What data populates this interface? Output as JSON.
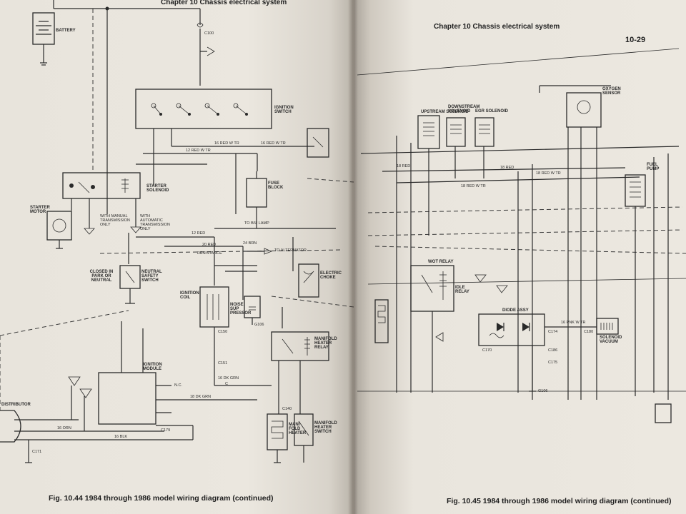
{
  "left_page": {
    "header": "Chapter 10   Chassis electrical system",
    "caption": "Fig. 10.44  1984 through 1986 model wiring diagram (continued)",
    "components": {
      "battery": "BATTERY",
      "starter_motor": "STARTER MOTOR",
      "starter_solenoid": "STARTER SOLENOID",
      "ignition_switch": "IGNITION SWITCH",
      "neutral_safety_switch": "NEUTRAL SAFETY SWITCH",
      "closed_note": "CLOSED IN PARK OR NEUTRAL",
      "manual_trans": "WITH MANUAL TRANSMISSION ONLY",
      "auto_trans": "WITH AUTOMATIC TRANSMISSION ONLY",
      "ignition_coil": "IGNITION COIL",
      "noise_suppressor": "NOISE SUP PRESSOR",
      "ignition_module": "IGNITION MODULE",
      "distributor": "DISTRIBUTOR",
      "fuse_block": "FUSE BLOCK",
      "electric_choke": "ELECTRIC CHOKE",
      "manifold_heater_relay": "MANIFOLD HEATER RELAY",
      "manifold_heater": "MANI FOLD HEATER",
      "manifold_heater_switch": "MANIFOLD HEATER SWITCH"
    },
    "wires": {
      "w1": "12 RED",
      "w2": "16 RED W TR",
      "w3": "16 RED W TR",
      "w4": "12 RED W TR",
      "w5": "20 RED",
      "w6": "24 BRN",
      "w7": "16 DK GRN",
      "w8": "18 DK GRN",
      "w9": "16 ORN",
      "w10": "16 BLK",
      "w11": "RESISTANCE",
      "w12": "TO B/U LAMP",
      "w13": "TO ALTERNATOR"
    },
    "connectors": {
      "c1": "C151",
      "c2": "C150",
      "c3": "C140",
      "c4": "C179",
      "c5": "C171",
      "c6": "C100",
      "c7": "G106",
      "c8": "N.C.",
      "c9": "C"
    }
  },
  "right_page": {
    "header": "Chapter 10   Chassis electrical system",
    "page_number": "10-29",
    "caption": "Fig. 10.45  1984 through 1986 model wiring diagram (continued)",
    "components": {
      "idle_relay": "IDLE RELAY",
      "diode_assy": "DIODE ASSY",
      "solenoid_vacuum": "SOLENOID VACUUM",
      "wot_relay": "WOT RELAY",
      "upshift_solenoid": "UPSTREAM SOLENOID",
      "downstream_solenoid": "DOWNSTREAM SOLENOID",
      "egr_solenoid": "EGR SOLENOID",
      "oxygen_sensor": "OXYGEN SENSOR",
      "fuel_pump": "FUEL PUMP"
    },
    "wires": {
      "w1": "18 RED",
      "w2": "18 RED W TR",
      "w3": "16 PNK W TR",
      "w4": "18 RED W TR",
      "w5": "18 RED"
    },
    "connectors": {
      "c1": "C174",
      "c2": "C170",
      "c3": "C186",
      "c4": "G106",
      "c5": "C175",
      "c6": "C180"
    }
  },
  "colors": {
    "paper": "#ebe7df",
    "ink": "#2a2a2a",
    "background": "#3a3530"
  }
}
